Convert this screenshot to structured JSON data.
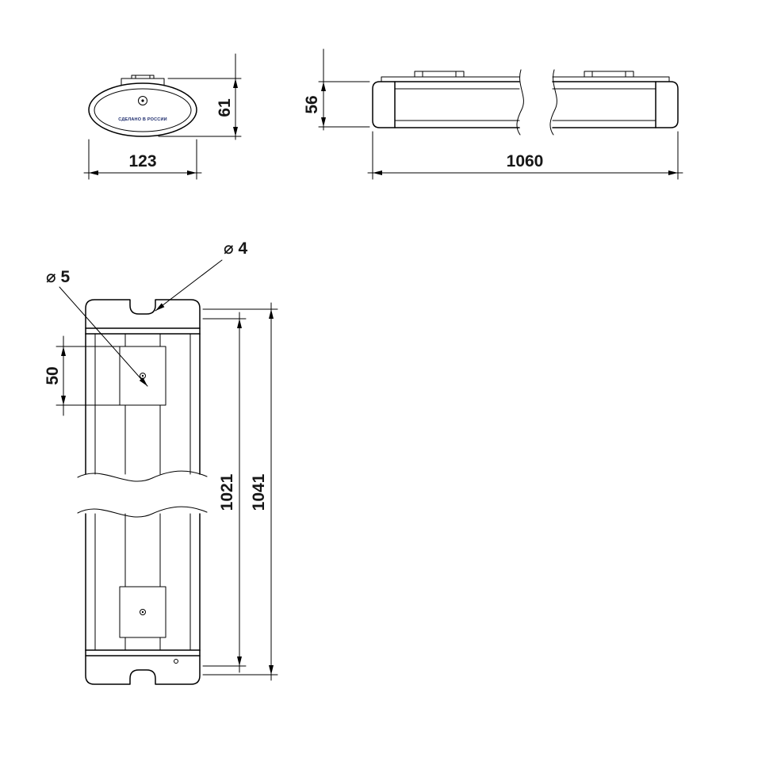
{
  "title": "luminaire-dimension-drawing",
  "colors": {
    "background": "#ffffff",
    "line": "#000000",
    "dim_text": "#161616",
    "brand_text": "#1b2a6b"
  },
  "end_view": {
    "width": "123",
    "height": "61",
    "brand": "СДЕЛАНО В РОССИИ"
  },
  "side_view": {
    "length": "1060",
    "height": "56"
  },
  "front_view": {
    "bracket_slot": "50",
    "mounting_length": "1021",
    "overall_length": "1041",
    "top_hole": "⌀ 4",
    "bracket_hole": "⌀ 5"
  }
}
